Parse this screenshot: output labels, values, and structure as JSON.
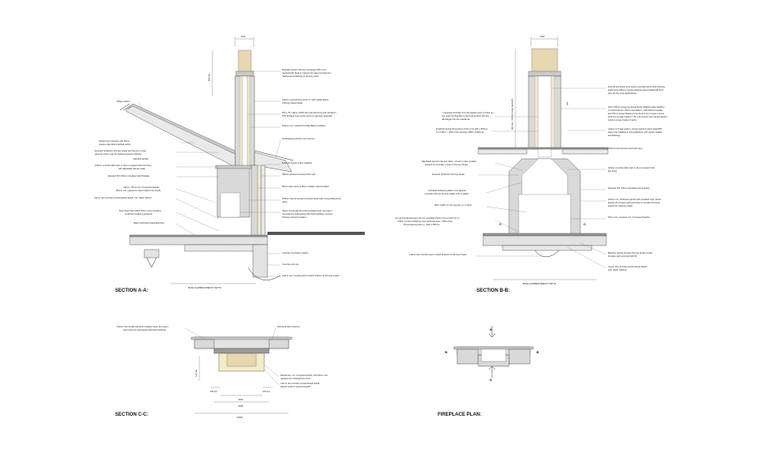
{
  "titles": {
    "section_aa": "SECTION A-A:",
    "section_bb": "SECTION B-B:",
    "section_cc": "SECTION C-C:",
    "fireplace_plan": "FIREPLACE PLAN:"
  },
  "dims": {
    "aa_top": "7000",
    "aa_height": "800 min",
    "aa_base": "BASE CHAMBER BREAST DEPTH",
    "bb_top": "1000",
    "bb_total": "600 min. (TOTAL FLUE HEIGHT)",
    "bb_side": "250",
    "bb_base": "BASE CHAMBER BREAST WIDTH",
    "cc_left_h": "125 min",
    "cc_a": "150 min",
    "cc_b": "150 min",
    "cc_c": "3000",
    "cc_d": "5000",
    "cc_total": "10000"
  },
  "marks": {
    "a": "A",
    "b": "B",
    "c": "C"
  },
  "notes_aa_left": [
    "Ridge position",
    "Pitched roof structure with 50mm",
    "square edge lathe-boarded ceiling",
    "Exposed brickwork chimney breast with flue line mortar",
    "joints at 0.8mm max for fire/fixed gravity brickwork.",
    "CEILING LEVEL",
    "100mm concrete slab (cast in situ) to support brick flue lining",
    "with adjustable damper plate",
    "Exposed FIO 100mm insulated cast fireplace",
    "Approx. 75mm min. 5 exposed hearths",
    "(50mm min. upstand to insert hearth from finish)",
    "Cast in situ concrete constructional hearth, min. depth 125mm",
    "Floor finish FEC within 50mm (min) including",
    "small floor retaining upstands",
    "Beam and block suspended floor"
  ],
  "notes_aa_right": [
    "Bespoke copper chimney pot design FBC to be",
    "mechanically fixed to masonry for easy removal and",
    "maintenance/cleaning of chimney stack.",
    "100mm external brick work, to match gable wall &",
    "chimney breast inside.",
    "200 x 75 x 28mm (FFD) fire brick flue lining with 10-30mm",
    "STD fill liquid coat mortar joints for gas-tight assembly",
    "150mm min. Lacel/Vermiculite Batch insulation",
    "Overhanging pitched roof covering",
    "External 'Acoya' timber cladding",
    "450mm aerated concrete block wall",
    "80mm clear cavity & 90mm Celotex rigid insulation",
    "100mm internal aerated concrete block wall, incorporating brick",
    "frame",
    "30mm Vermiculite fire brick insulation layer (to protect",
    "roof columns and bearing with brick bedding to protect",
    "chimney breast) insulation",
    "Concrete ring beam position",
    "Concrete pile cap",
    "Cast in situ concrete pad to match footprint of chimney breast"
  ],
  "notes_bb_left": [
    "* measured vertically from the highest point at which an",
    "axe enter the fireplace to the level at which the flue",
    "discharges into the outside air.",
    "Finished internal dimensions of flue to be 200 x 300mm.",
    "A = 0.06m² > 15% of the opening (1050 x 1200mm)",
    "Adjustable cast iron damper plate – shown in open position",
    "upstand set centrally in side of chimney breast.",
    "Exposed brickwork chimney breast.",
    "Corbelled brickwork gather to be tapered",
    "smoothly with the cement render to form gather.",
    "800 x 1000 mm fire opening: A = 1.00m²",
    "Fin and reinforced type cast iron ventilation brick to be a minimum of",
    "0.05m² in total ventilating cover sectional area > 50% of the",
    "throat opening area i.e. 1420 x 500mm."
  ],
  "notes_bb_bottom": [
    "Cast in situ concrete pad to match footprint of chimney breast"
  ],
  "notes_bb_right": [
    "First fire flue lining to be lined a concrete bell of brick chimney",
    "stack using 300mm Concor stainless steel (Vitalflo HR Prod",
    "box) (for flue only applications).",
    "100 x 150mm range top (loose fixed) Vitrabloc slate cladding",
    "on horizontal 20 x 50mm site battens, with 100mm headlap",
    "and 75mm copper flashing to be fixed to top of upper course",
    "(470mm) of slate inside on 75x 1x3 courses with refined lapsed",
    "corners at rear & side of cavity.",
    "Code 4 or 5 lead gutters, gusset and front apron lead DPC",
    "trays to be installed to LSA guidelines, with copper sealant",
    "and flashings.",
    "Pitched roof structure and finish area",
    "100mm concrete slab (cast in situ) to support brick",
    "flue lining",
    "Exposed FIO 100mm insulated cast fireplace",
    "100mm min. brickwork (jambs with corbelled rope, (finish",
    "directly off of beam and block floor) to provide structural",
    "support for chimney stack)",
    "75mm min. exposed, min. 5 exposed hearths",
    "Bespoke directly-formed chimney breast to offer",
    "shoulder with concrete brick fill",
    "Cast in situ concrete constructional hearth",
    "(min. depth 125mm)"
  ],
  "notes_cc": [
    "100mm Vermiculite firebrand insulation layer (to protect",
    "steel columns and bearing with brick bedding)",
    "Structural steel columns",
    "Reclaimed, min. 5 exposed hearth, with 50mm min.",
    "upstand from finished floor level",
    "Cast in situ concrete constructional hearth",
    "(shown under 5 exposed hearth)"
  ]
}
